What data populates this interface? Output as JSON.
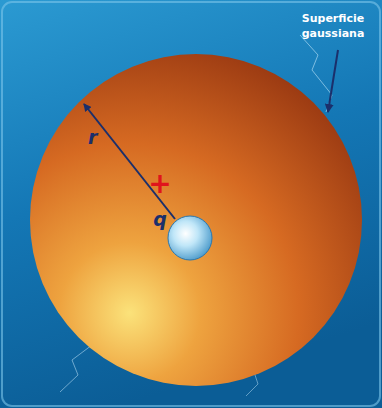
{
  "diagram": {
    "nodes": [
      {
        "text": [
          "r"
        ]
      },
      {
        "text": [
          "+",
          "q"
        ],
        "in": 0
      }
    ],
    "labels": [
      "Superficie gaussiana"
    ]
  }
}
